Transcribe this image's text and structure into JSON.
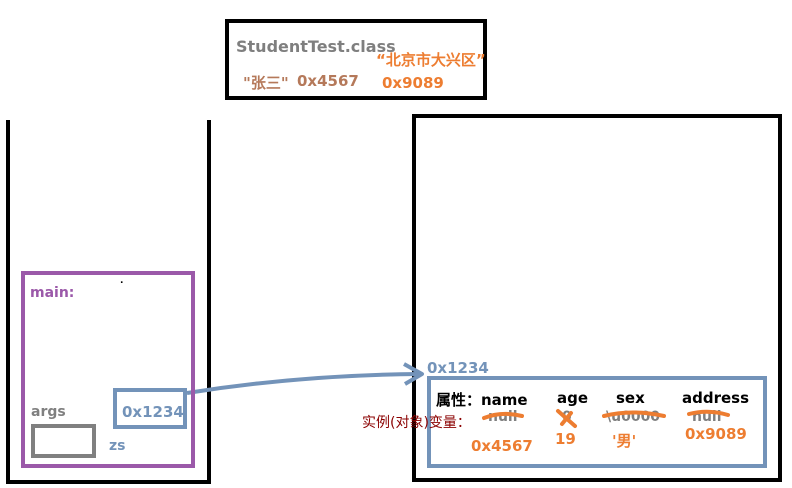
{
  "method_area": {
    "class_name": "StudentTest.class",
    "string_zhangsan": "\"张三\"",
    "address_zhangsan": "0x4567",
    "string_beijing": "“北京市大兴区”",
    "address_beijing": "0x9089"
  },
  "stack": {
    "frame_label": "main:",
    "args_label": "args",
    "zs_value": "0x1234",
    "zs_label": "zs",
    "dot": "."
  },
  "heap": {
    "object_address": "0x1234",
    "attributes_prefix": "属性：name",
    "attr_age": "age",
    "attr_sex": "sex",
    "attr_address": "address",
    "instance_label": "实例(对象)变量：",
    "defaults": {
      "name": "null",
      "age": "0",
      "sex": "\\u0000",
      "address": "null"
    },
    "values": {
      "name": "0x4567",
      "age": "19",
      "sex": "'男'",
      "address": "0x9089"
    }
  },
  "colors": {
    "black": "#000000",
    "purple": "#9b59a9",
    "steel_blue": "#7393b9",
    "gray": "#808080",
    "orange": "#ed7d31",
    "brown": "#b5795a",
    "dark_red": "#8b0000"
  }
}
